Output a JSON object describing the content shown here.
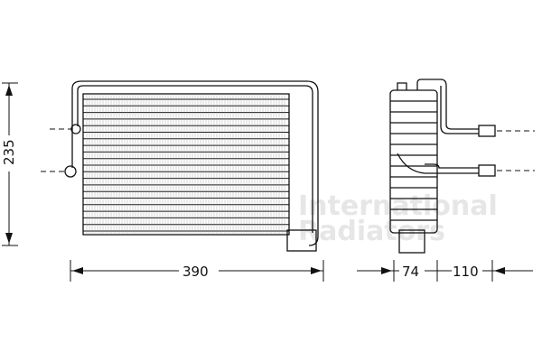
{
  "dimensions": {
    "height": "235",
    "width": "390",
    "depth_core": "74",
    "depth_pipes": "110"
  },
  "watermark": {
    "line1": "International",
    "line2": "Radiators"
  },
  "colors": {
    "line": "#111111",
    "watermark": "#e6e6e6"
  }
}
